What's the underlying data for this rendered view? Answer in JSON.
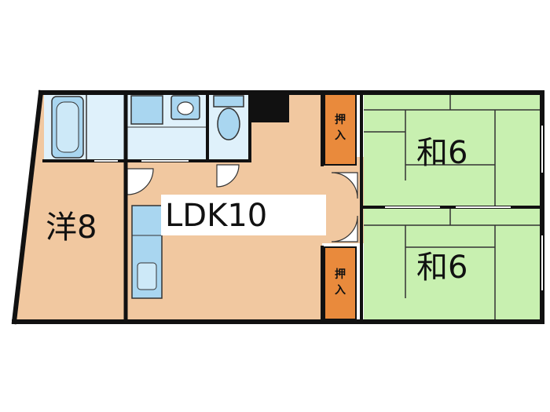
{
  "rooms": {
    "western": {
      "label": "洋8"
    },
    "ldk": {
      "label": "LDK10"
    },
    "japanese_top": {
      "label": "和6"
    },
    "japanese_bottom": {
      "label": "和6"
    },
    "closet_top": {
      "label": "押入"
    },
    "closet_bottom": {
      "label": "押入"
    }
  },
  "colors": {
    "wall": "#111111",
    "floor_wood": "#f1c8a0",
    "tatami": "#c8f0b0",
    "closet": "#e98a3c",
    "wet_area": "#dff1fb",
    "fixture": "#a9d6f0"
  }
}
